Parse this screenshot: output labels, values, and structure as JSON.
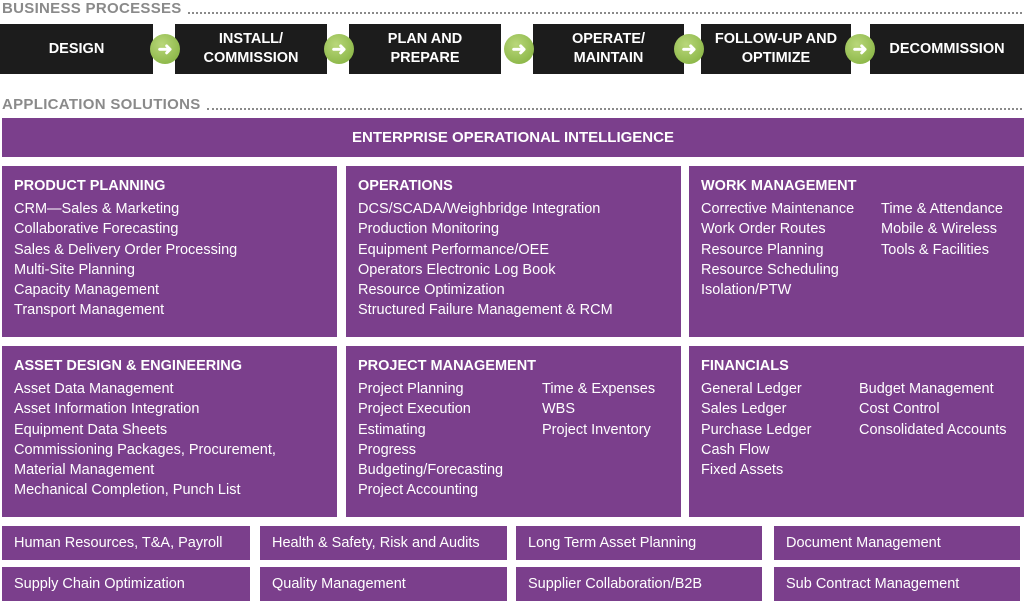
{
  "business_processes": {
    "title": "BUSINESS PROCESSES",
    "steps": [
      "DESIGN",
      "INSTALL/\nCOMMISSION",
      "PLAN AND\nPREPARE",
      "OPERATE/\nMAINTAIN",
      "FOLLOW-UP AND\nOPTIMIZE",
      "DECOMMISSION"
    ]
  },
  "application_solutions": {
    "title": "APPLICATION SOLUTIONS",
    "banner": "ENTERPRISE OPERATIONAL INTELLIGENCE",
    "panels": [
      {
        "title": "PRODUCT PLANNING",
        "cols": [
          [
            "CRM—Sales & Marketing",
            "Collaborative Forecasting",
            "Sales & Delivery Order Processing",
            "Multi-Site Planning",
            "Capacity Management",
            "Transport Management"
          ]
        ]
      },
      {
        "title": "OPERATIONS",
        "cols": [
          [
            "DCS/SCADA/Weighbridge Integration",
            "Production Monitoring",
            "Equipment Performance/OEE",
            "Operators Electronic Log Book",
            "Resource Optimization",
            "Structured Failure Management & RCM"
          ]
        ]
      },
      {
        "title": "WORK MANAGEMENT",
        "cols": [
          [
            "Corrective Maintenance",
            "Work Order Routes",
            "Resource Planning",
            "Resource Scheduling",
            "Isolation/PTW"
          ],
          [
            "Time & Attendance",
            "Mobile & Wireless",
            "Tools & Facilities"
          ]
        ]
      },
      {
        "title": "ASSET DESIGN & ENGINEERING",
        "cols": [
          [
            "Asset Data Management",
            "Asset Information Integration",
            "Equipment Data Sheets",
            "Commissioning Packages, Procurement,",
            "Material Management",
            "Mechanical Completion, Punch List"
          ]
        ]
      },
      {
        "title": "PROJECT MANAGEMENT",
        "cols": [
          [
            "Project Planning",
            "Project Execution",
            "Estimating",
            "Progress",
            "Budgeting/Forecasting",
            "Project Accounting"
          ],
          [
            "Time & Expenses",
            "WBS",
            "Project Inventory"
          ]
        ]
      },
      {
        "title": "FINANCIALS",
        "cols": [
          [
            "General Ledger",
            "Sales Ledger",
            "Purchase Ledger",
            "Cash Flow",
            "Fixed Assets"
          ],
          [
            "Budget Management",
            "Cost Control",
            "Consolidated Accounts"
          ]
        ]
      }
    ],
    "bottom": [
      [
        "Human Resources, T&A, Payroll",
        "Health & Safety, Risk and Audits",
        "Long Term Asset Planning",
        "Document Management"
      ],
      [
        "Supply Chain Optimization",
        "Quality Management",
        "Supplier Collaboration/B2B",
        "Sub Contract Management"
      ]
    ]
  },
  "colors": {
    "purple": "#7b3f8c",
    "black": "#1c1c1c",
    "green": "#8bbb44"
  }
}
